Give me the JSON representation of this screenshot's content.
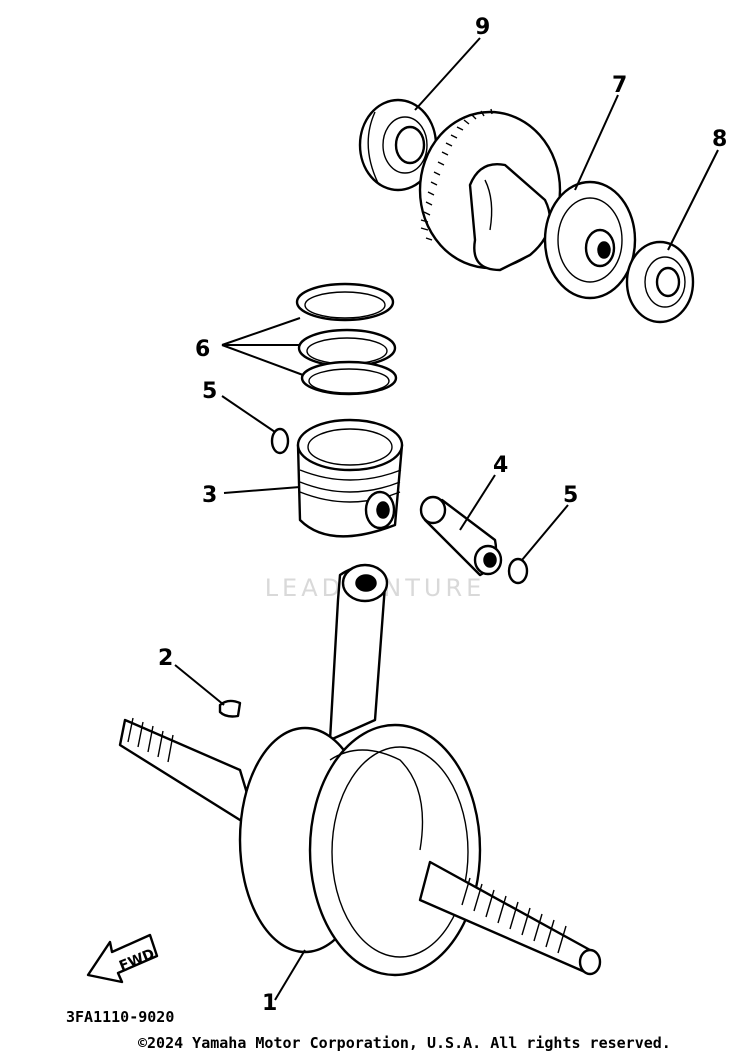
{
  "watermark": "LEADVENTURE",
  "fwd_label": "FWD",
  "diagram_code": "3FA1110-9020",
  "copyright": "©2024 Yamaha Motor Corporation, U.S.A. All rights reserved.",
  "callouts": {
    "c1": "1",
    "c2": "2",
    "c3": "3",
    "c4": "4",
    "c5a": "5",
    "c5b": "5",
    "c6": "6",
    "c7": "7",
    "c8": "8",
    "c9": "9"
  }
}
